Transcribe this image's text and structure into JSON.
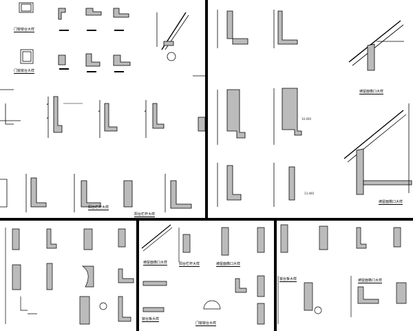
{
  "sheets": {
    "top_left": {
      "labels": [
        "门窗窗台大样",
        "门窗窗台大样",
        "阳台栏杆大样",
        "阳台栏杆大样"
      ]
    },
    "top_right": {
      "labels": [
        "坡屋面檐口大样",
        "坡屋面檐口大样"
      ],
      "numbers": [
        "10.400",
        "13.400"
      ]
    },
    "bottom_left": {},
    "bottom_middle": {
      "labels": [
        "坡屋面檐口大样",
        "阳台栏杆大样",
        "坡屋面檐口大样",
        "窗台板大样",
        "门窗窗台大样"
      ]
    },
    "bottom_right": {
      "labels": [
        "窗台板大样",
        "坡屋面檐口大样"
      ]
    }
  }
}
